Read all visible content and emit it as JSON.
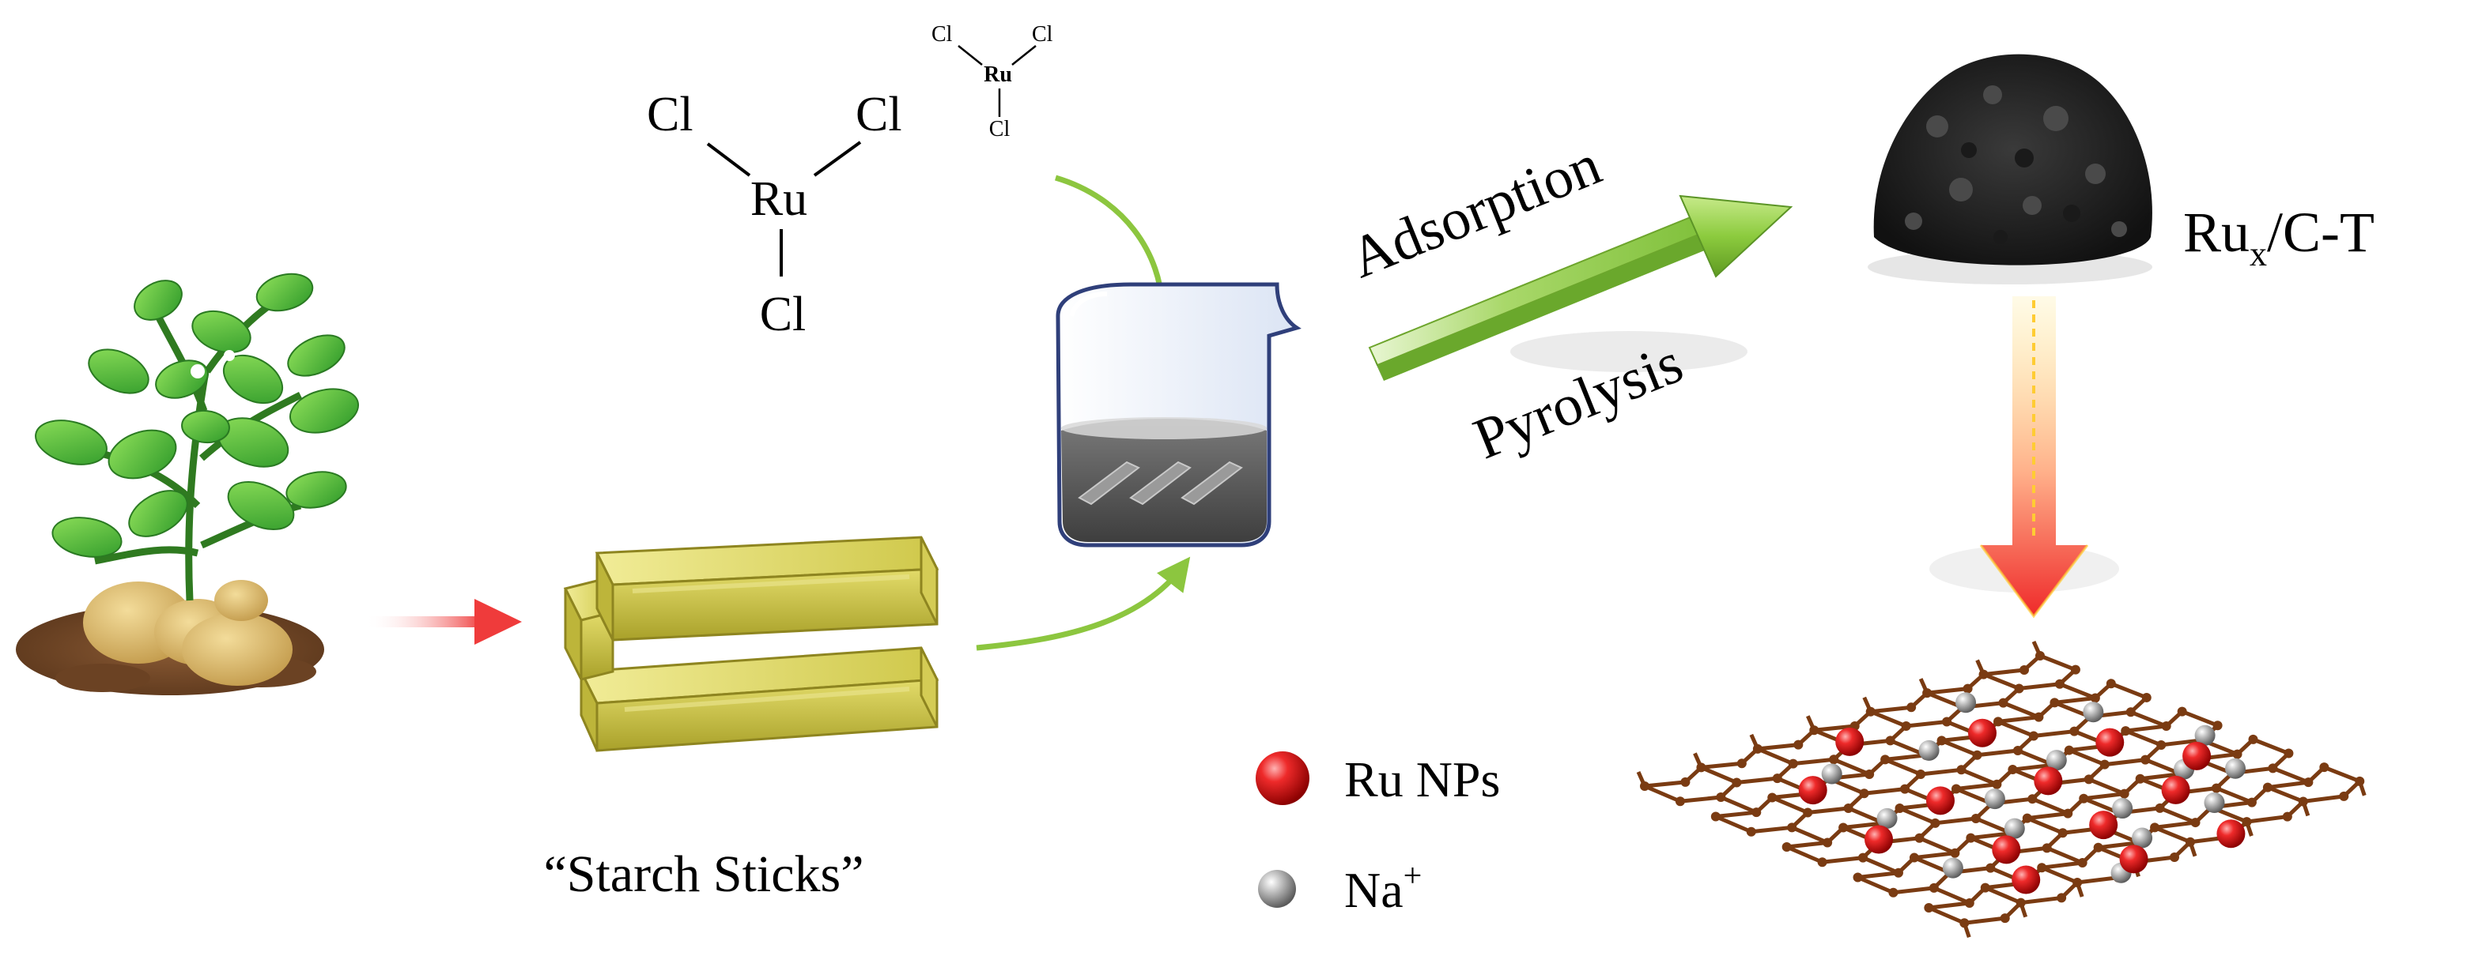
{
  "rucl3_large": {
    "cl_left": "Cl",
    "cl_right": "Cl",
    "ru": "Ru",
    "cl_bottom": "Cl"
  },
  "rucl3_small": {
    "cl_left": "Cl",
    "cl_right": "Cl",
    "ru": "Ru",
    "cl_bottom": "Cl"
  },
  "labels": {
    "adsorption": "Adsorption",
    "pyrolysis": "Pyrolysis",
    "starch_sticks": "“Starch Sticks”",
    "product_main": "Ru",
    "product_sub": "x",
    "product_rest": "/C-T"
  },
  "legend": {
    "ru_label": "Ru NPs",
    "na_label": "Na",
    "na_sup": "+"
  },
  "colors": {
    "ru_sphere": "#e0161b",
    "na_sphere": "#a5a5a5",
    "lattice": "#7a3b12",
    "starch": "#c8c13a",
    "green_arrow": "#8cc63f",
    "red_arrow": "#f25a5a",
    "liquid": "#555555"
  },
  "icons": [
    "potato-plant-icon",
    "starch-sticks-icon",
    "beaker-icon",
    "carbon-powder-icon",
    "graphene-lattice-icon"
  ]
}
